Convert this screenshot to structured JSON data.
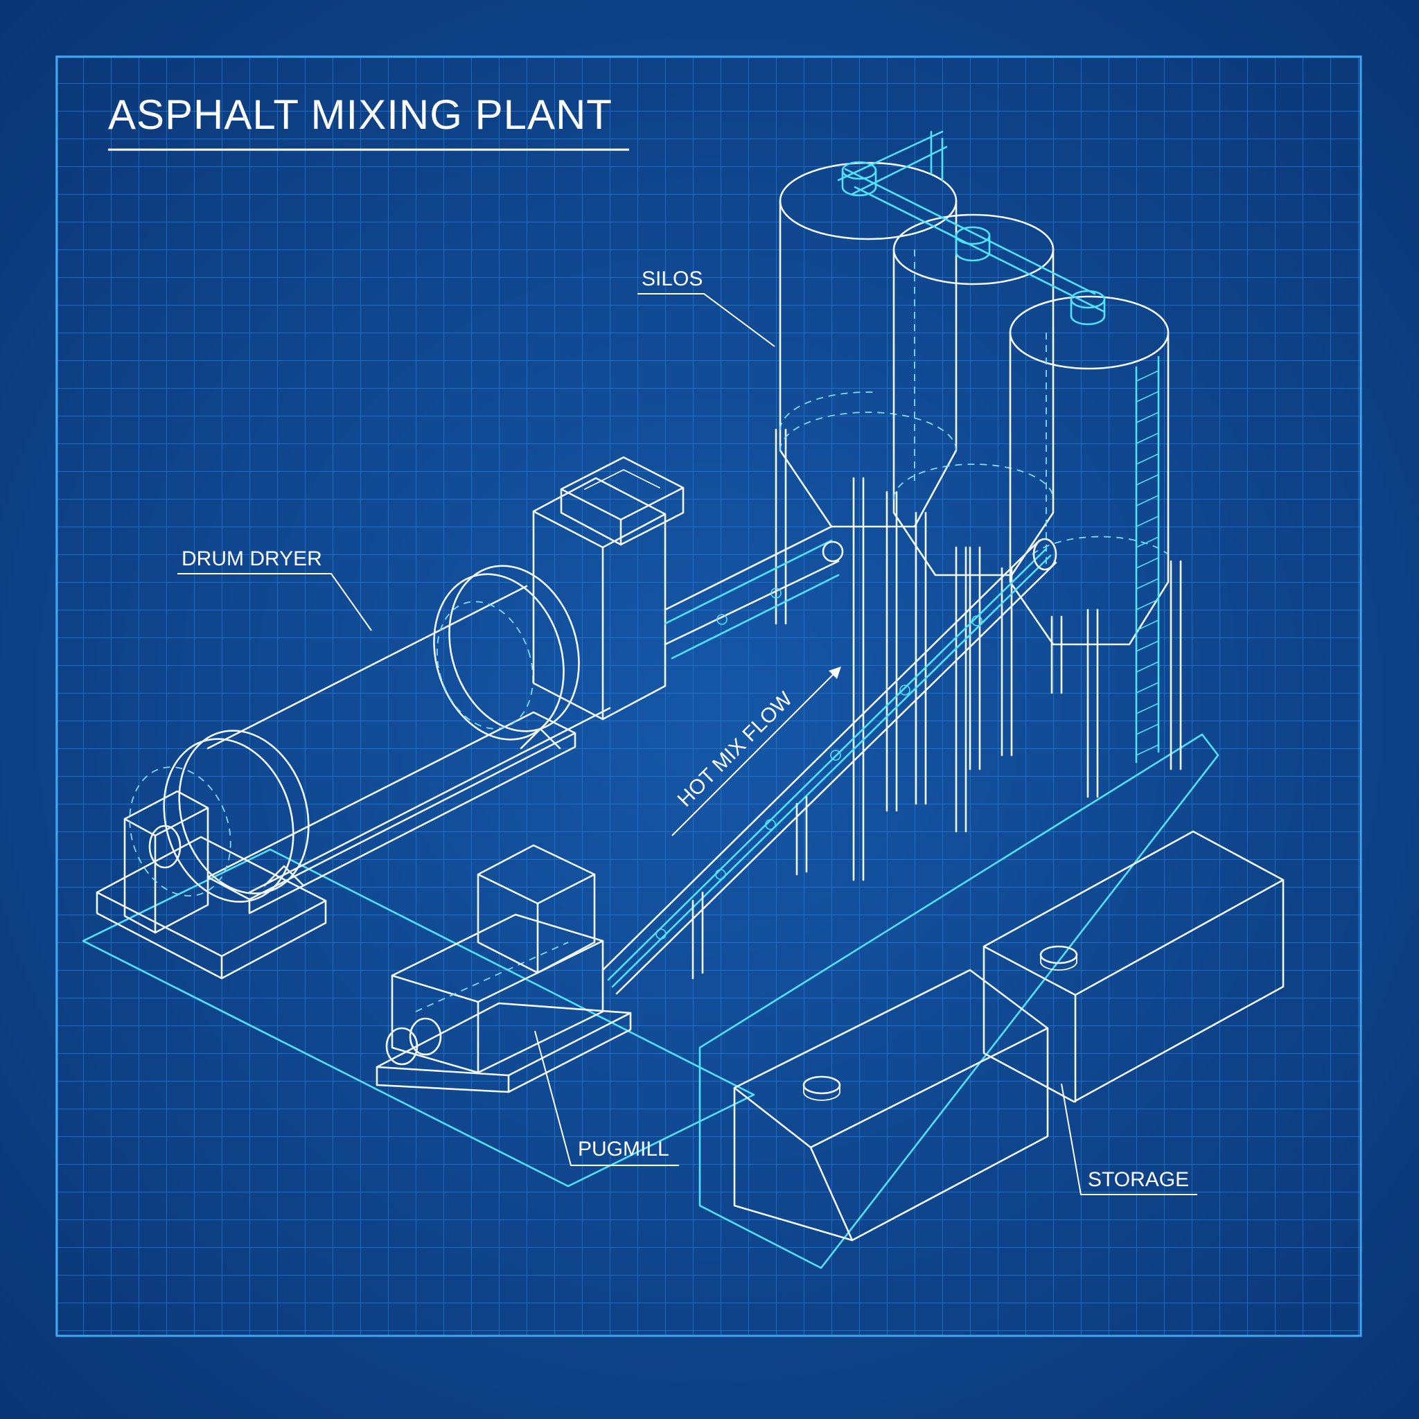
{
  "title": "ASPHALT MIXING PLANT",
  "labels": {
    "silos": "SILOS",
    "drum_dryer": "DRUM DRYER",
    "hot_mix_flow": "HOT MIX FLOW",
    "pugmill": "PUGMILL",
    "storage": "STORAGE"
  },
  "colors": {
    "background": "#0c3f86",
    "grid_minor": "#2f77c9",
    "grid_major": "#4a94df",
    "linework": "#f2f8ff",
    "accent": "#4fe3ff"
  }
}
